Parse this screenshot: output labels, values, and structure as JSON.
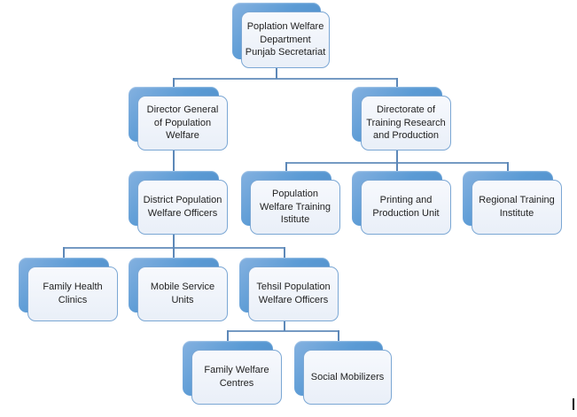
{
  "diagram": {
    "type": "org-chart",
    "title": "Population Welfare Department organogram"
  },
  "colors": {
    "shape_blue": "#5b9bd5",
    "shape_blue_dark": "#4e8cc7",
    "shape_blue_light": "#84b1e0",
    "front_fill": "#e9eff8",
    "front_fill_2": "#f7f9fd",
    "front_border": "#7ba7d4",
    "connector": "#5d88b8",
    "text": "#1f1f1f",
    "cursor_mark": "#000000"
  },
  "org": {
    "nodes": [
      {
        "id": "dept",
        "parent": null,
        "label": "Poplation Welfare\nDepartment\nPunjab Secretariat"
      },
      {
        "id": "dg",
        "parent": "dept",
        "label": "Director General\nof Population\nWelfare"
      },
      {
        "id": "dtrp",
        "parent": "dept",
        "label": "Directorate of\nTraining Research\nand Production"
      },
      {
        "id": "dpwo",
        "parent": "dg",
        "label": "District Population\nWelfare Officers"
      },
      {
        "id": "pwti",
        "parent": "dtrp",
        "label": "Population\nWelfare Training\nIstitute"
      },
      {
        "id": "ppu",
        "parent": "dtrp",
        "label": "Printing and\nProduction Unit"
      },
      {
        "id": "rti",
        "parent": "dtrp",
        "label": "Regional Training\nInstitute"
      },
      {
        "id": "fhc",
        "parent": "dpwo",
        "label": "Family Health\nClinics"
      },
      {
        "id": "msu",
        "parent": "dpwo",
        "label": "Mobile  Service\nUnits"
      },
      {
        "id": "tpwo",
        "parent": "dpwo",
        "label": "Tehsil Population\nWelfare Officers"
      },
      {
        "id": "fwc",
        "parent": "tpwo",
        "label": "Family Welfare\nCentres"
      },
      {
        "id": "sm",
        "parent": "tpwo",
        "label": "Social Mobilizers"
      }
    ]
  }
}
